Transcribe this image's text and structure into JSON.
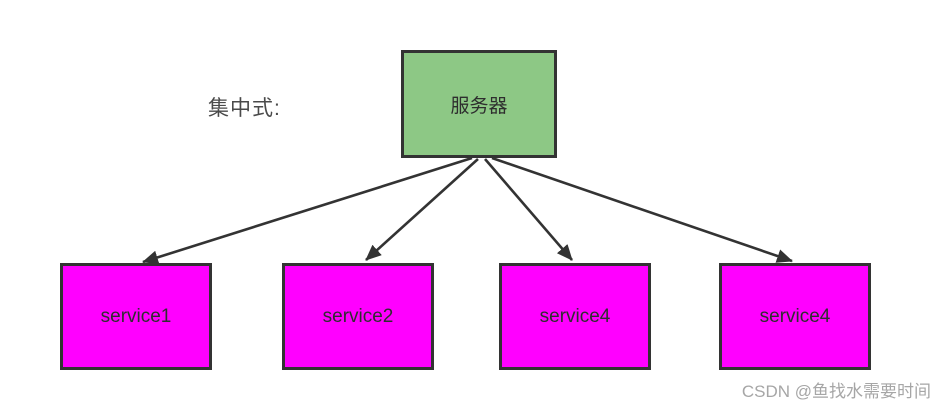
{
  "diagram": {
    "heading": "集中式:",
    "server": {
      "label": "服务器"
    },
    "services": [
      {
        "label": "service1"
      },
      {
        "label": "service2"
      },
      {
        "label": "service4"
      },
      {
        "label": "service4"
      }
    ],
    "edges": [
      {
        "from": "服务器",
        "to": "service1"
      },
      {
        "from": "服务器",
        "to": "service2"
      },
      {
        "from": "服务器",
        "to": "service4 (third)"
      },
      {
        "from": "服务器",
        "to": "service4 (fourth)"
      }
    ]
  },
  "watermark": {
    "text": "CSDN @鱼找水需要时间"
  },
  "colors": {
    "server_fill": "#8DC885",
    "service_fill": "#FF00FF",
    "node_border": "#333333",
    "arrow": "#333333",
    "heading_text": "#4A4A4A",
    "node_text": "#2E2E2E",
    "watermark_text": "#A6A6A6",
    "background": "#FFFFFF"
  }
}
